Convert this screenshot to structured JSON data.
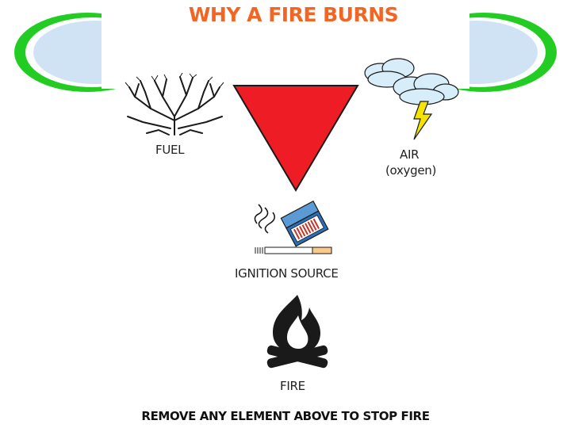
{
  "title": "WHY A FIRE BURNS",
  "labels": {
    "fuel": "FUEL",
    "air": "AIR",
    "air_sub": "(oxygen)",
    "ignition": "IGNITION SOURCE",
    "fire": "FIRE"
  },
  "footer": "REMOVE ANY ELEMENT ABOVE TO STOP FIRE",
  "colors": {
    "title": "#F26522",
    "triangle": "#EE1C25",
    "banner_green": "#22CC22",
    "banner_fill": "#CFE3F5",
    "lightning": "#F5E400",
    "cloud": "#D7EEFA"
  },
  "icons": [
    "bush-icon",
    "storm-cloud-icon",
    "matchbox-icon",
    "campfire-icon"
  ]
}
